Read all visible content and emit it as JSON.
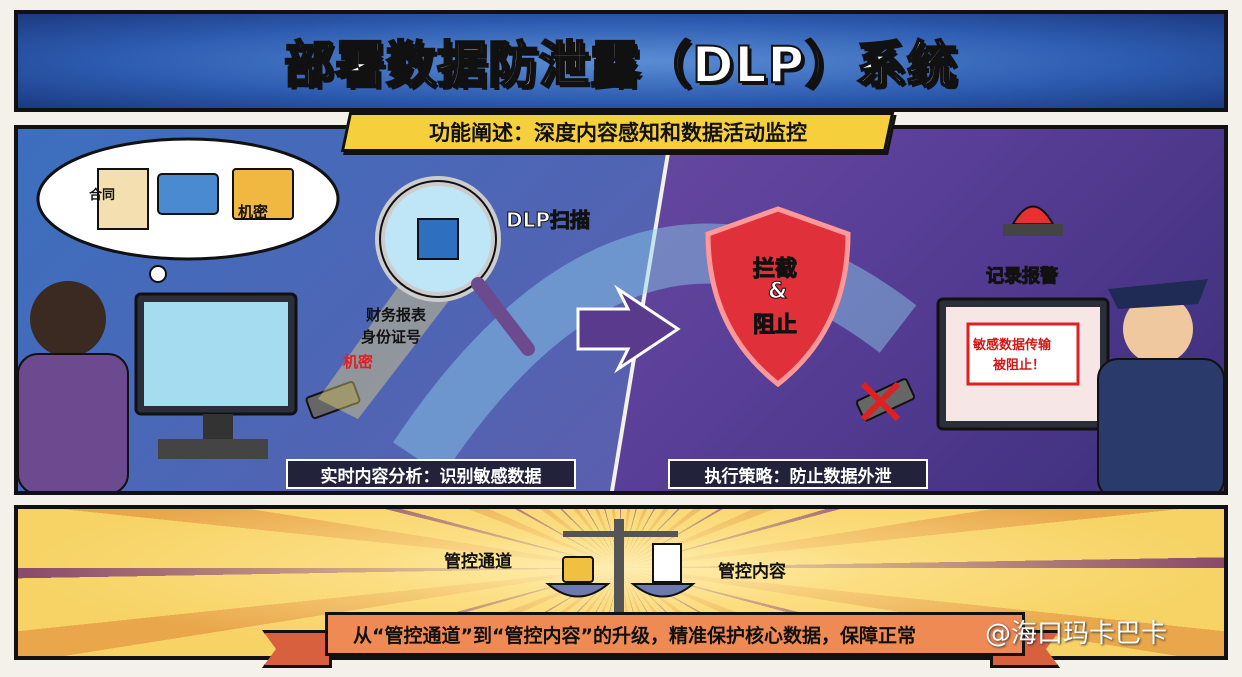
{
  "title": "部署数据防泄露（DLP）系统",
  "subtitle": "功能阐述：深度内容感知和数据活动监控",
  "left_scene": {
    "thought_items": [
      "合同",
      "机密"
    ],
    "scan_label": "DLP扫描",
    "detected_items": [
      "财务报表",
      "身份证号",
      "机密"
    ],
    "caption": "实时内容分析：识别敏感数据"
  },
  "right_scene": {
    "shield_lines": [
      "拦截",
      "&",
      "阻止"
    ],
    "alarm_label": "记录报警",
    "monitor_lines": [
      "敏感数据传输",
      "被阻止！"
    ],
    "caption": "执行策略：防止数据外泄"
  },
  "bottom": {
    "left_label": "管控通道",
    "right_label": "管控内容",
    "ribbon_text": "从“管控通道”到“管控内容”的升级，精准保护核心数据，保障正常",
    "watermark": "@海口玛卡巴卡"
  },
  "colors": {
    "title_blue": "#2d5bb0",
    "tag_yellow": "#f6cf3c",
    "shield_red": "#e0303a",
    "ribbon_orange": "#ef8a55"
  }
}
